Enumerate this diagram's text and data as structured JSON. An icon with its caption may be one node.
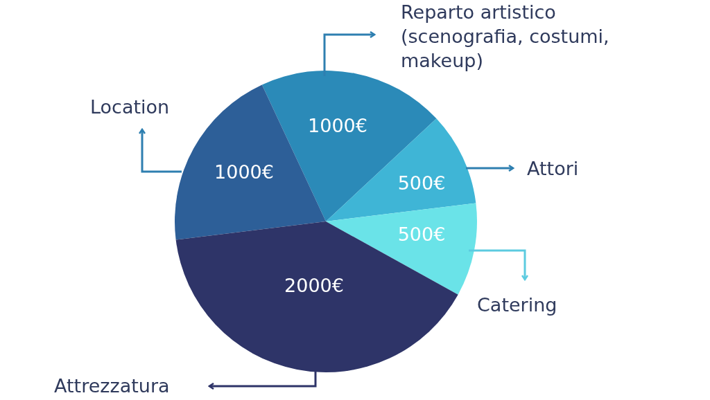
{
  "diagram": {
    "nodes": [
      {
        "text": [
          "Reparto artistico (scenografia, costumi, makeup)"
        ]
      },
      {
        "text": [
          "Location"
        ]
      },
      {
        "text": [
          "1000€"
        ]
      },
      {
        "text": [
          "1000€"
        ]
      },
      {
        "text": [
          "500€"
        ]
      },
      {
        "text": [
          "Attori"
        ]
      },
      {
        "text": [
          "500€"
        ]
      },
      {
        "text": [
          "Catering"
        ]
      },
      {
        "text": [
          "2000€"
        ]
      },
      {
        "text": [
          "Attrezzatura"
        ]
      }
    ],
    "edges": [
      {
        "from": 2,
        "to": 0,
        "arrow": "to"
      },
      {
        "from": 3,
        "to": 1,
        "arrow": "to"
      },
      {
        "from": 4,
        "to": 5,
        "arrow": "to"
      },
      {
        "from": 6,
        "to": 7,
        "arrow": "to",
        "color": "#5ccbe0"
      },
      {
        "from": 8,
        "to": 9,
        "arrow": "to",
        "color": "#2e3468"
      }
    ]
  }
}
